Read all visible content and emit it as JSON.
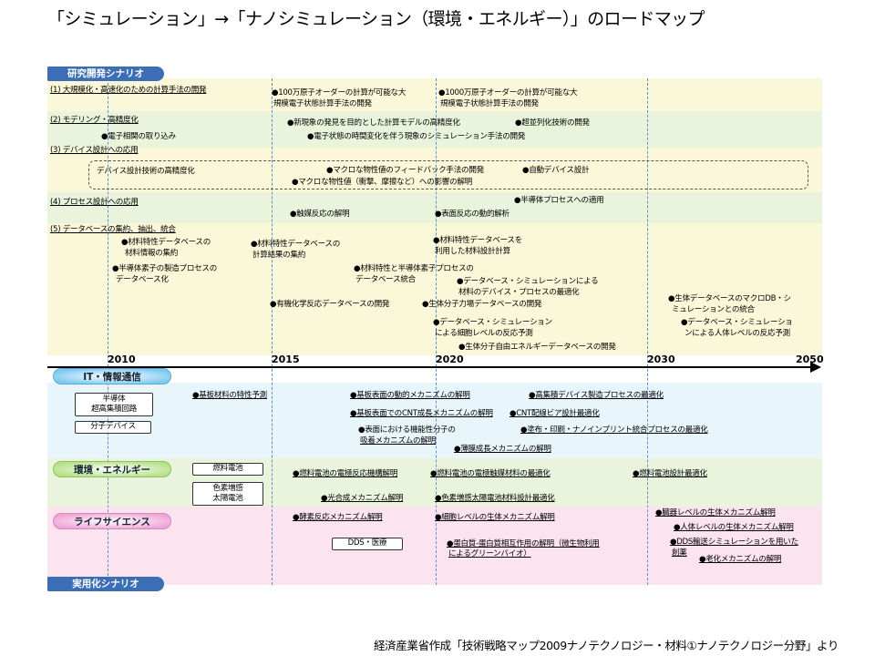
{
  "title": "「シミュレーション」→「ナノシミュレーション（環境・エネルギー）」のロードマップ",
  "source": "経済産業省作成「技術戦略マップ2009ナノテクノロジー・材料①ナノテクノロジー分野」より",
  "labels": {
    "research": "研究開発シナリオ",
    "practical": "実用化シナリオ",
    "it": "IT・情報通信",
    "env": "環境・エネルギー",
    "life": "ライフサイエンス"
  },
  "years": [
    "2010",
    "2015",
    "2020",
    "2030",
    "2050"
  ],
  "research": {
    "sections": [
      "(1)  大規模化・高速化のための計算手法の開発",
      "(2)  モデリング・高精度化",
      "(3)  デバイス設計への応用",
      "(4)  プロセス設計への応用",
      "(5)  データベースの集約、抽出、統合"
    ],
    "items": {
      "r1a_1": "●100万原子オーダーの計算が可能な大",
      "r1a_2": "規模電子状態計算手法の開発",
      "r1b_1": "●1000万原子オーダーの計算が可能な大",
      "r1b_2": "規模電子状態計算手法の開発",
      "r2a": "●新現象の発見を目的とした計算モデルの高精度化",
      "r2b": "●超並列化技術の開発",
      "r2c": "●電子相関の取り込み",
      "r2d": "●電子状態の時間変化を伴う現象のシミュレーション手法の開発",
      "r3a": "デバイス設計技術の高精度化",
      "r3b": "●マクロな物性値のフィードバック手法の開発",
      "r3c": "●自動デバイス設計",
      "r3d": "●マクロな物性値（衝撃、摩擦など）への影響の解明",
      "r4a": "●半導体プロセスへの適用",
      "r4b": "●触媒反応の解明",
      "r4c": "●表面反応の動的解析",
      "r5a_1": "●材料特性データベースの",
      "r5a_2": "材料情報の集約",
      "r5b_1": "●材料特性データベースの",
      "r5b_2": "計算結果の集約",
      "r5c_1": "●材料特性データベースを",
      "r5c_2": "利用した材料設計計算",
      "r5d_1": "●半導体素子の製造プロセスの",
      "r5d_2": "データベース化",
      "r5e_1": "●材料特性と半導体素子プロセスの",
      "r5e_2": "データベース統合",
      "r5f_1": "●データベース・シミュレーションによる",
      "r5f_2": "材料のデバイス・プロセスの最適化",
      "r5g": "●有機化学反応データベースの開発",
      "r5h": "●生体分子力場データベースの開発",
      "r5i_1": "●生体データベースのマクロDB・シ",
      "r5i_2": "ミュレーションとの統合",
      "r5j_1": "●データベース・シミュレーション",
      "r5j_2": "による細胞レベルの反応予測",
      "r5k_1": "●データベース・シミュレーショ",
      "r5k_2": "ンによる人体レベルの反応予測",
      "r5l": "●生体分子自由エネルギーデータベースの開発"
    }
  },
  "it": {
    "boxes": {
      "semi_1": "半導体",
      "semi_2": "超高集積回路",
      "mol": "分子デバイス"
    },
    "items": {
      "i1": "●基板材料の特性予測",
      "i2": "●基板表面の動的メカニズムの解明",
      "i3": "●高集積デバイス製造プロセスの最適化",
      "i4": "●基板表面でのCNT成長メカニズムの解明",
      "i5": "●CNT配線ビア設計最適化",
      "i6_1": "●表面における機能性分子の",
      "i6_2": "吸着メカニズムの解明",
      "i7": "●塗布・印刷・ナノインプリント統合プロセスの最適化",
      "i8": "●薄膜成長メカニズムの解明"
    }
  },
  "env": {
    "boxes": {
      "fuel": "燃料電池",
      "dye_1": "色素増感",
      "dye_2": "太陽電池"
    },
    "items": {
      "e1": "●燃料電池の電極反応機構解明",
      "e2": "●燃料電池の電極触媒材料の最適化",
      "e3": "●燃料電池設計最適化",
      "e4": "●光合成メカニズム解明",
      "e5": "●色素増感太陽電池材料設計最適化"
    }
  },
  "life": {
    "boxes": {
      "dds": "DDS・医療"
    },
    "items": {
      "l1": "●酵素反応メカニズム解明",
      "l2": "●細胞レベルの生体メカニズム解明",
      "l3": "●臓器レベルの生体メカニズム解明",
      "l4": "●人体レベルの生体メカニズム解明",
      "l5_1": "●蛋白質-蛋白質相互作用の解明（微生物利用",
      "l5_2": "によるグリーンバイオ）",
      "l6_1": "●DDS輸送シミュレーションを用いた",
      "l6_2": "創薬",
      "l7": "●老化メカニズムの解明"
    }
  }
}
